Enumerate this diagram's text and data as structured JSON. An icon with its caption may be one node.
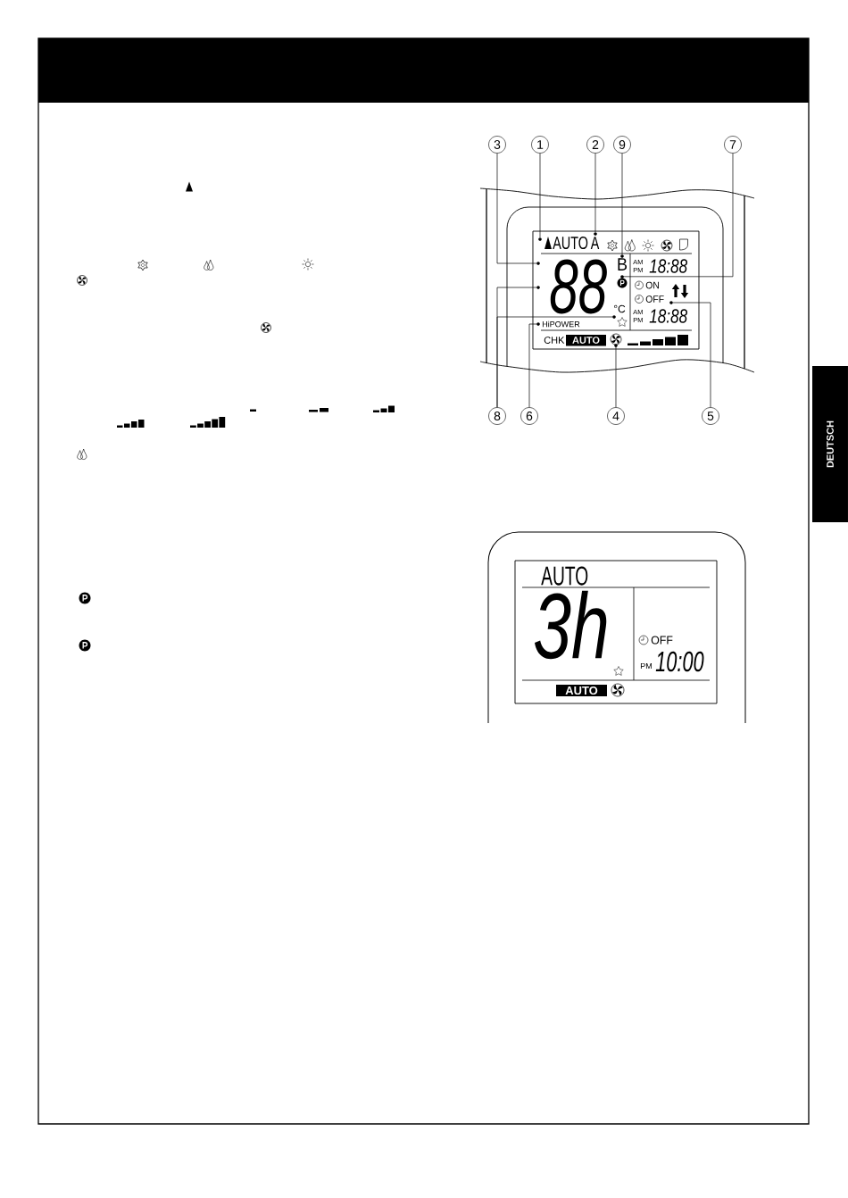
{
  "diagram": {
    "nodes": [
      {
        "text": [
          "3"
        ]
      },
      {
        "text": [
          "1"
        ]
      },
      {
        "text": [
          "2"
        ]
      },
      {
        "text": [
          "9"
        ]
      },
      {
        "text": [
          "7"
        ]
      },
      {
        "text": [
          "8"
        ]
      },
      {
        "text": [
          "6"
        ]
      },
      {
        "text": [
          "4"
        ]
      },
      {
        "text": [
          "5"
        ]
      },
      {
        "text": [
          "DEUTSCH"
        ]
      },
      {
        "text": [],
        "shape": "circle"
      },
      {
        "text": [],
        "shape": "circle"
      },
      {
        "text": [],
        "shape": "circle"
      },
      {
        "text": [],
        "shape": "circle"
      },
      {
        "text": [],
        "shape": "circle"
      },
      {
        "text": [],
        "shape": "circle"
      },
      {
        "text": [],
        "shape": "circle"
      },
      {
        "text": [],
        "shape": "circle"
      },
      {
        "text": [],
        "shape": "circle"
      },
      {
        "text": [],
        "shape": "circle"
      }
    ],
    "edges": [
      {
        "from": 0,
        "to": 13,
        "arrow": "none"
      },
      {
        "from": 1,
        "to": 11,
        "arrow": "none"
      },
      {
        "from": 2,
        "to": 10,
        "arrow": "none"
      },
      {
        "from": 3,
        "to": 12,
        "arrow": "none"
      },
      {
        "from": 4,
        "to": 14,
        "arrow": "none"
      },
      {
        "from": 5,
        "to": 15,
        "arrow": "none"
      },
      {
        "from": 5,
        "to": 17,
        "arrow": "none"
      },
      {
        "from": 6,
        "to": 18,
        "arrow": "none"
      },
      {
        "from": 7,
        "to": 19,
        "arrow": "none"
      },
      {
        "from": 8,
        "to": 16,
        "arrow": "none"
      }
    ],
    "labels": [
      "AUTO",
      "A",
      "88",
      "B",
      "AM",
      "PM",
      "18:88",
      "ON",
      "OFF",
      "°C",
      "AM",
      "PM",
      "18:88",
      "HiPOWER",
      "CHK",
      "AUTO",
      "AUTO",
      "3h",
      "OFF",
      "PM",
      "10:00",
      "AUTO"
    ]
  }
}
